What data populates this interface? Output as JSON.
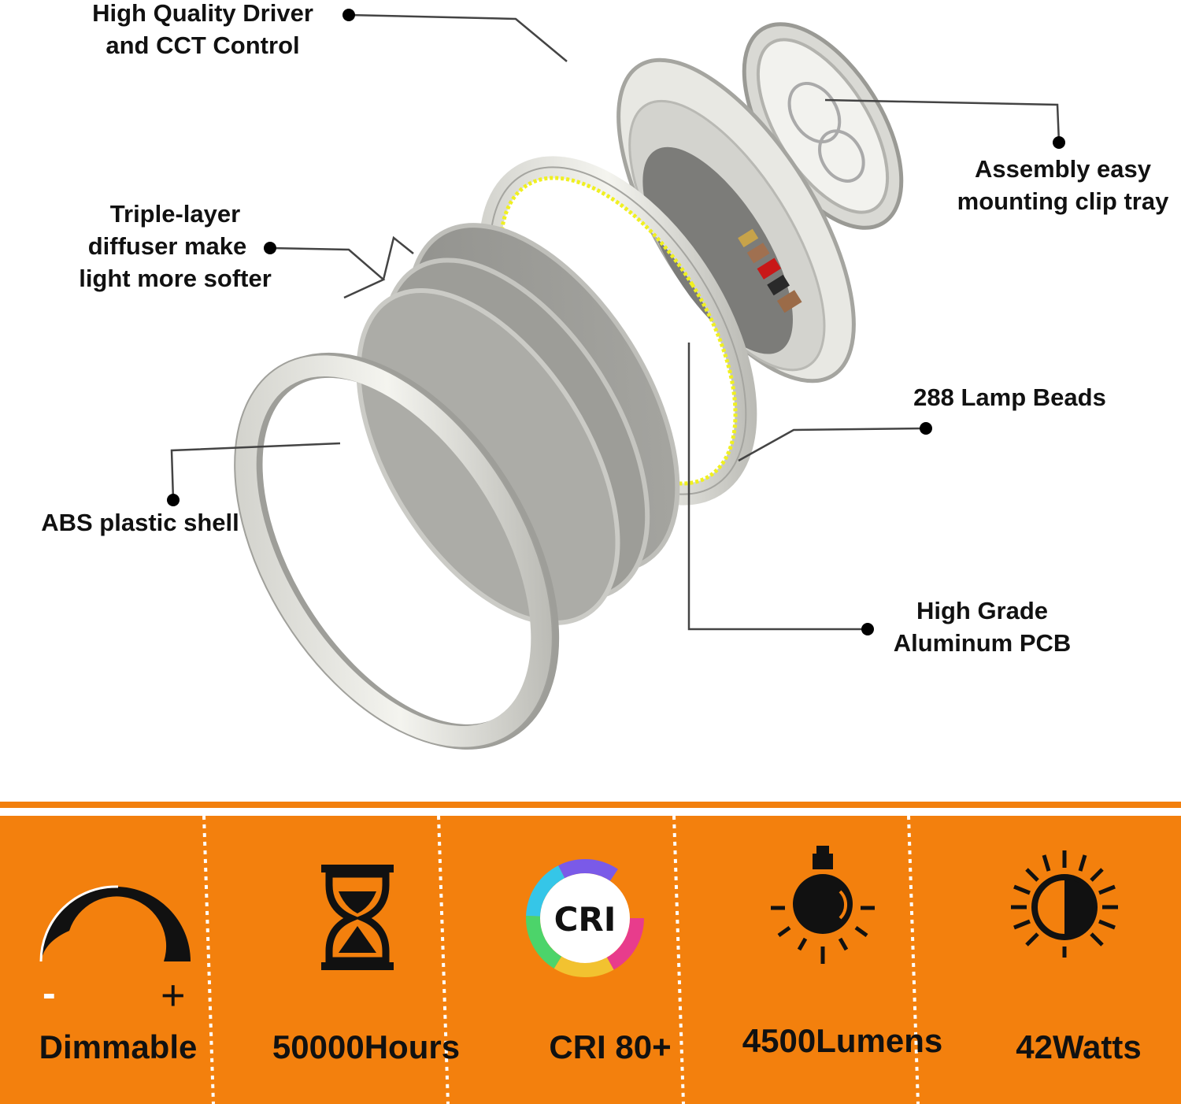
{
  "callouts": {
    "driver": [
      "High Quality Driver",
      "and CCT Control"
    ],
    "tray": [
      "Assembly easy",
      "mounting clip tray"
    ],
    "diffuser": [
      "Triple-layer",
      "diffuser make",
      "light more softer"
    ],
    "beads": [
      "288 Lamp Beads"
    ],
    "shell": [
      "ABS plastic shell"
    ],
    "pcb": [
      "High Grade",
      "Aluminum PCB"
    ]
  },
  "features": [
    {
      "label": "Dimmable",
      "icon": "dimmer-arc-icon"
    },
    {
      "label": "50000Hours",
      "icon": "hourglass-icon"
    },
    {
      "label": "CRI  80+",
      "icon": "cri-ring-icon"
    },
    {
      "label": "4500Lumens",
      "icon": "light-bulb-icon"
    },
    {
      "label": "42Watts",
      "icon": "sun-half-icon"
    }
  ],
  "icons": {
    "dimmer_minus": "-",
    "dimmer_plus": "+",
    "cri_badge": "CRI"
  },
  "colors": {
    "band": "#f3800d",
    "text": "#111111",
    "led_strip": "#f0f020"
  }
}
